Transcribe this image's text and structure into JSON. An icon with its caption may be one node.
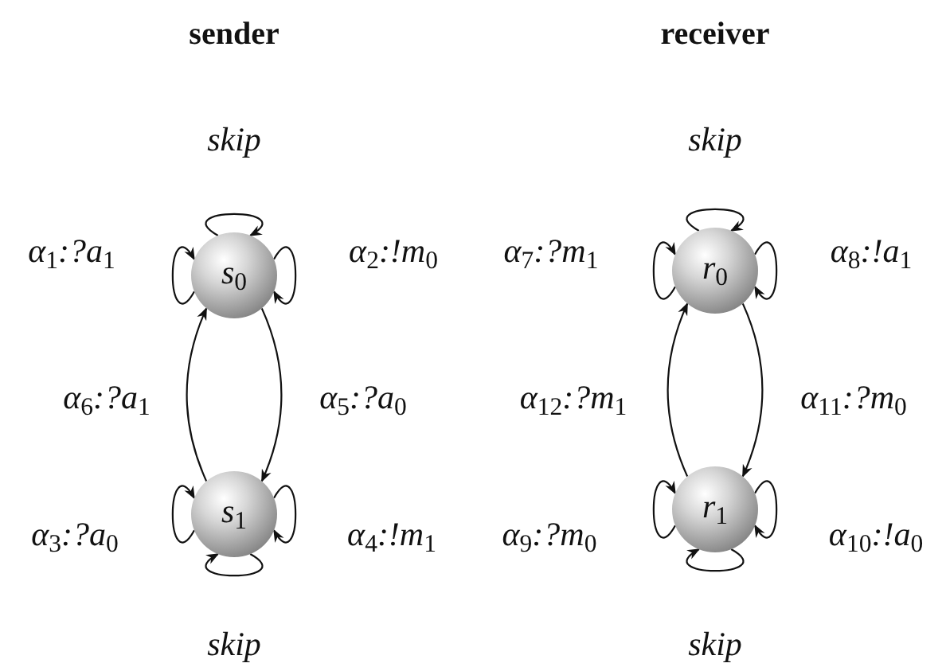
{
  "diagram": {
    "nodes": [
      {
        "text": [
          "s$_{0}$"
        ]
      },
      {
        "text": [
          "s$_{1}$"
        ]
      },
      {
        "text": [
          "r$_{0}$"
        ]
      },
      {
        "text": [
          "r$_{1}$"
        ]
      }
    ],
    "edges": [
      {
        "from": 0,
        "to": 0,
        "arrow": "to",
        "label": "skip"
      },
      {
        "from": 0,
        "to": 0,
        "arrow": "to",
        "label": "α$_{1}$:?a$_{1}$"
      },
      {
        "from": 0,
        "to": 0,
        "arrow": "to",
        "label": "α$_{2}$:!m$_{0}$"
      },
      {
        "from": 0,
        "to": 1,
        "arrow": "to",
        "label": "α$_{5}$:?a$_{0}$"
      },
      {
        "from": 1,
        "to": 0,
        "arrow": "to",
        "label": "α$_{6}$:?a$_{1}$"
      },
      {
        "from": 1,
        "to": 1,
        "arrow": "to",
        "label": "α$_{3}$:?a$_{0}$"
      },
      {
        "from": 1,
        "to": 1,
        "arrow": "to",
        "label": "α$_{4}$:!m$_{1}$"
      },
      {
        "from": 1,
        "to": 1,
        "arrow": "to",
        "label": "skip"
      },
      {
        "from": 2,
        "to": 2,
        "arrow": "to",
        "label": "skip"
      },
      {
        "from": 2,
        "to": 2,
        "arrow": "to",
        "label": "α$_{7}$:?m$_{1}$"
      },
      {
        "from": 2,
        "to": 2,
        "arrow": "to",
        "label": "α$_{8}$:!a$_{1}$"
      },
      {
        "from": 2,
        "to": 3,
        "arrow": "to",
        "label": "α$_{11}$:?m$_{0}$"
      },
      {
        "from": 3,
        "to": 2,
        "arrow": "to",
        "label": "α$_{12}$:?m$_{1}$"
      },
      {
        "from": 3,
        "to": 3,
        "arrow": "to",
        "label": "α$_{9}$:?m$_{0}$"
      },
      {
        "from": 3,
        "to": 3,
        "arrow": "to",
        "label": "α$_{10}$:!a$_{0}$"
      },
      {
        "from": 3,
        "to": 3,
        "arrow": "to",
        "label": "skip"
      }
    ],
    "labels": [
      "sender",
      "receiver"
    ]
  }
}
